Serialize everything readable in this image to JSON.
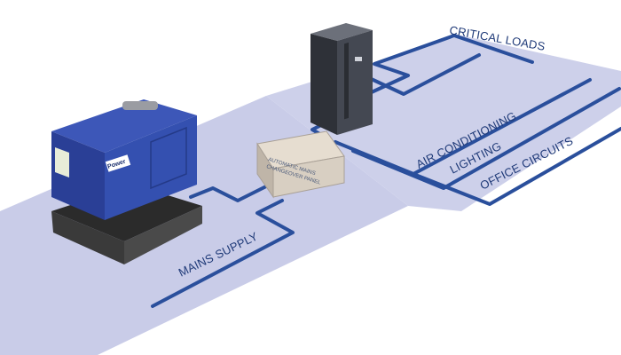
{
  "labels": {
    "critical_loads": "CRITICAL LOADS",
    "air_conditioning": "AIR CONDITIONING",
    "lighting": "LIGHTING",
    "office_circuits": "OFFICE CIRCUITS",
    "mains_supply": "MAINS SUPPLY",
    "changeover_panel_line1": "AUTOMATIC MAINS",
    "changeover_panel_line2": "CHANGEOVER PANEL",
    "generator_badge": "Power"
  },
  "colors": {
    "floor": "#c9cce8",
    "cable": "#2a4f9c",
    "generator_body": "#2f47a6",
    "generator_base": "#3b3b3b",
    "cabinet": "#3a3d44",
    "panel_box": "#d8cfc2",
    "label_text": "#1f3a78"
  },
  "icons": {
    "generator": "diesel-generator-icon",
    "server_cabinet": "ups-cabinet-icon",
    "changeover_panel": "changeover-panel-icon"
  }
}
